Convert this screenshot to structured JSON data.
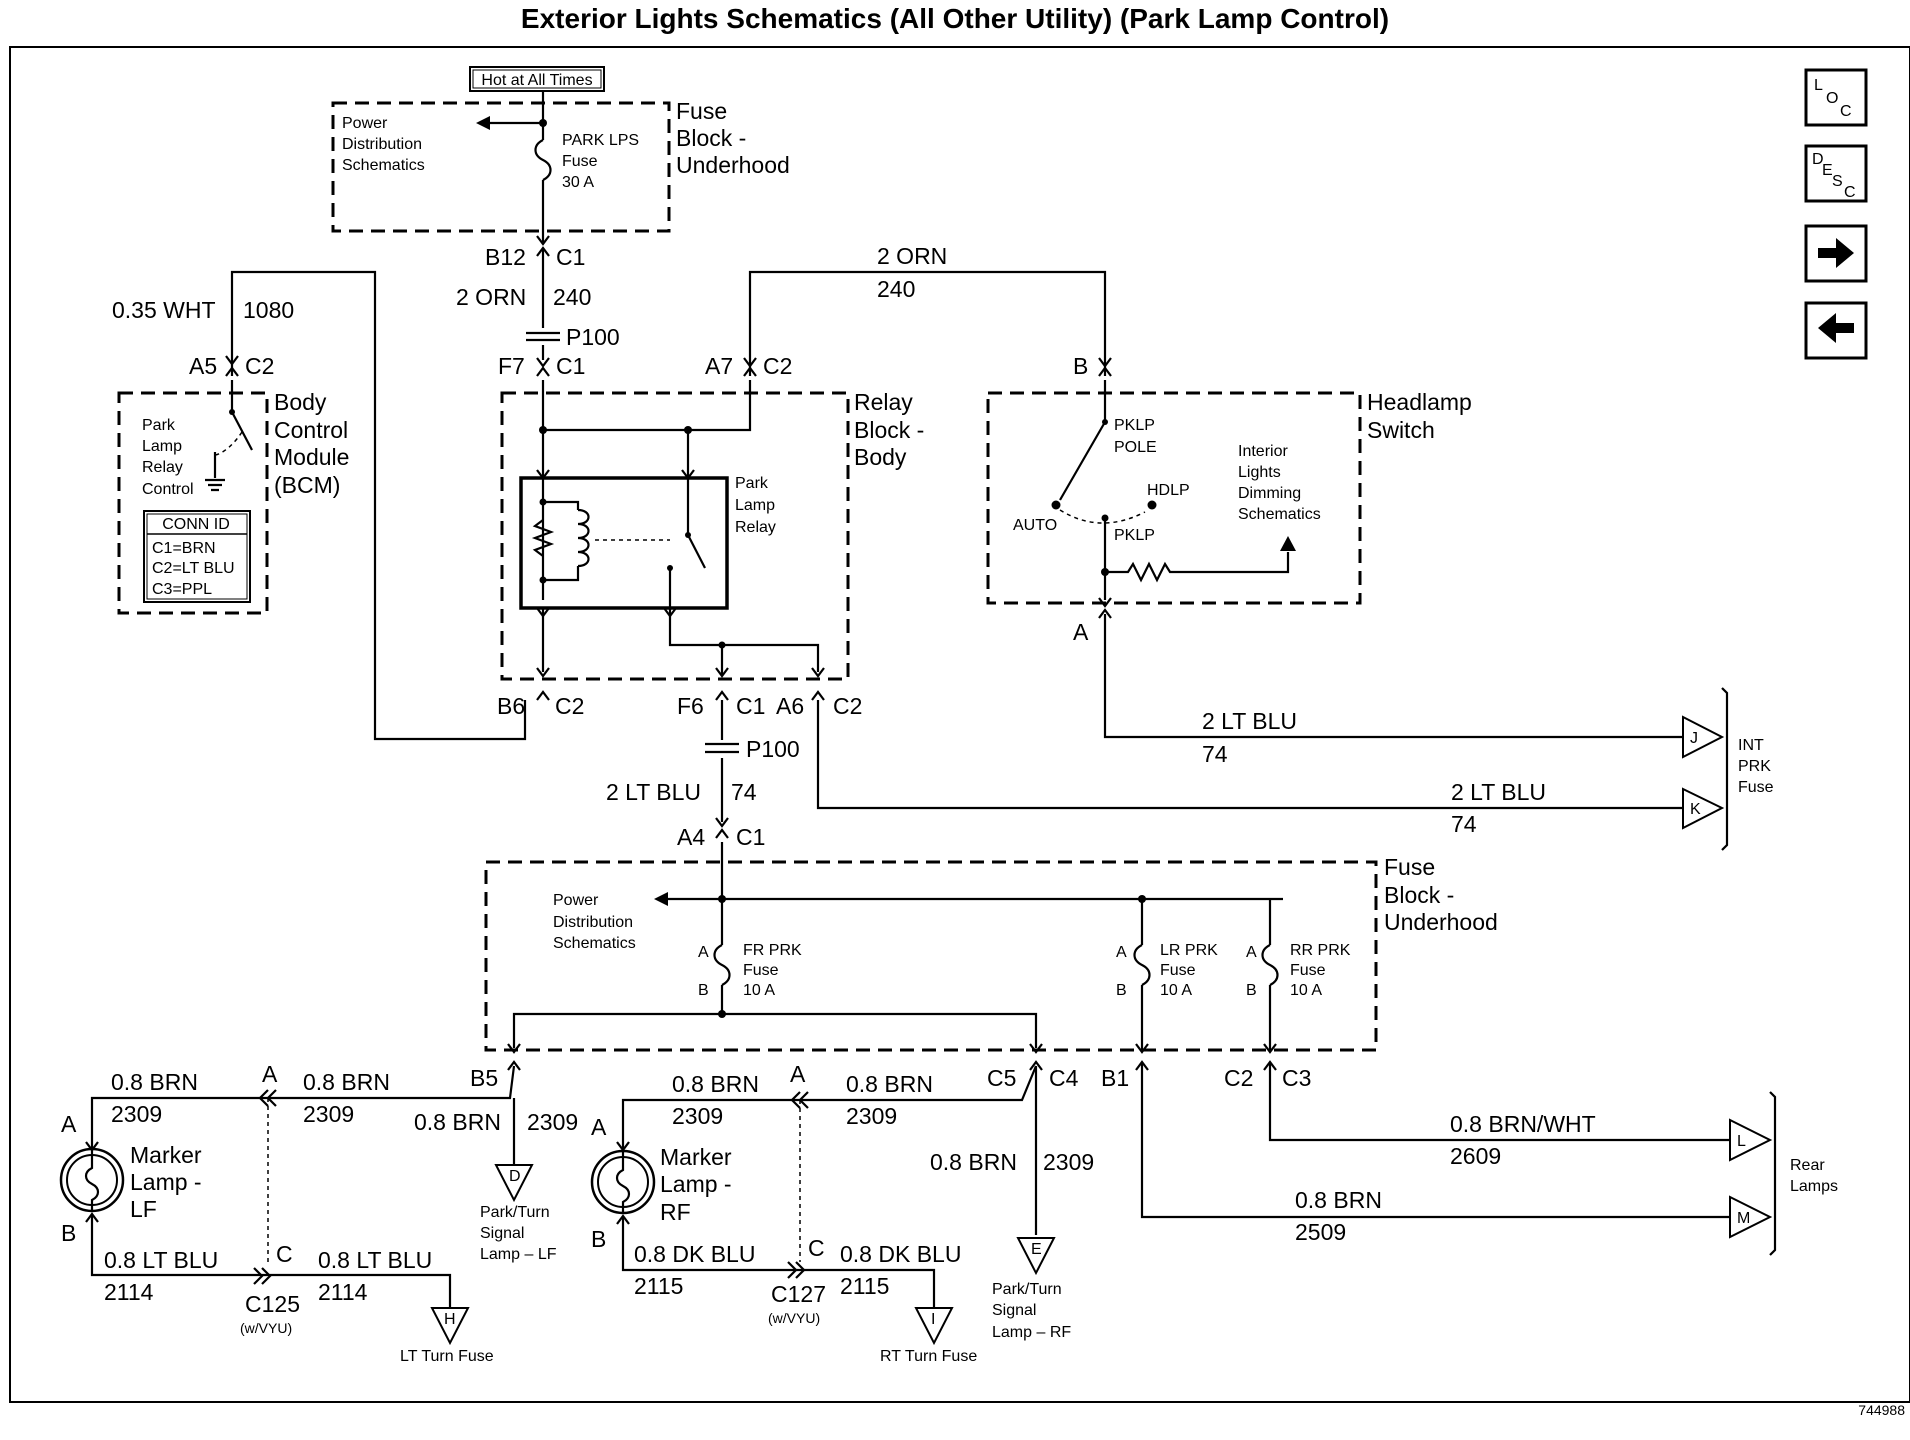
{
  "title": "Exterior Lights Schematics (All Other Utility) (Park Lamp Control)",
  "figure_id": "744988",
  "nav": {
    "loc": {
      "l1": "L",
      "l2": "O",
      "l3": "C"
    },
    "desc": {
      "l1": "D",
      "l2": "E",
      "l3": "S",
      "l4": "C"
    },
    "next_icon": "arrow-right-icon",
    "prev_icon": "arrow-left-icon"
  },
  "labels": {
    "hot_at_all_times": "Hot at All Times",
    "fuse_block_underhood": [
      "Fuse",
      "Block -",
      "Underhood"
    ],
    "power_distribution": [
      "Power",
      "Distribution",
      "Schematics"
    ],
    "park_lps_fuse": [
      "PARK LPS",
      "Fuse",
      "30 A"
    ],
    "b12": "B12",
    "c1": "C1",
    "c2": "C2",
    "c3": "C3",
    "wire_2orn": "2 ORN",
    "circuit_240": "240",
    "p100": "P100",
    "f7": "F7",
    "a7": "A7",
    "a5": "A5",
    "wire_035wht": "0.35 WHT",
    "circuit_1080": "1080",
    "bcm": [
      "Body",
      "Control",
      "Module",
      "(BCM)"
    ],
    "bcm_inner": [
      "Park",
      "Lamp",
      "Relay",
      "Control"
    ],
    "conn_id": [
      "CONN ID",
      "C1=BRN",
      "C2=LT BLU",
      "C3=PPL"
    ],
    "relay_block": [
      "Relay",
      "Block -",
      "Body"
    ],
    "park_lamp_relay": [
      "Park",
      "Lamp",
      "Relay"
    ],
    "b": "B",
    "a": "A",
    "c": "C",
    "headlamp_switch": [
      "Headlamp",
      "Switch"
    ],
    "pklp_pole": [
      "PKLP",
      "POLE"
    ],
    "auto": "AUTO",
    "hdlp": "HDLP",
    "pklp": "PKLP",
    "interior_dimming": [
      "Interior",
      "Lights",
      "Dimming",
      "Schematics"
    ],
    "b6": "B6",
    "f6": "F6",
    "a6": "A6",
    "a4": "A4",
    "wire_2ltblu": "2 LT BLU",
    "circuit_74": "74",
    "int_prk_fuse": [
      "INT",
      "PRK",
      "Fuse"
    ],
    "j": "J",
    "k": "K",
    "fr_prk_fuse": [
      "FR PRK",
      "Fuse",
      "10 A"
    ],
    "lr_prk_fuse": [
      "LR PRK",
      "Fuse",
      "10 A"
    ],
    "rr_prk_fuse": [
      "RR PRK",
      "Fuse",
      "10 A"
    ],
    "b5": "B5",
    "c5": "C5",
    "c4": "C4",
    "b1": "B1",
    "wire_08brn": "0.8 BRN",
    "circuit_2309": "2309",
    "wire_08brnwht": "0.8 BRN/WHT",
    "circuit_2609": "2609",
    "circuit_2509": "2509",
    "rear_lamps": [
      "Rear",
      "Lamps"
    ],
    "l": "L",
    "m": "M",
    "marker_lf": [
      "Marker",
      "Lamp -",
      "LF"
    ],
    "marker_rf": [
      "Marker",
      "Lamp -",
      "RF"
    ],
    "wire_08ltblu": "0.8 LT BLU",
    "circuit_2114": "2114",
    "wire_08dkblu": "0.8 DK BLU",
    "circuit_2115": "2115",
    "c125": "C125",
    "c127": "C127",
    "wvyu": "(w/VYU)",
    "d": "D",
    "e": "E",
    "h": "H",
    "i": "I",
    "park_turn_lf": [
      "Park/Turn",
      "Signal",
      "Lamp – LF"
    ],
    "park_turn_rf": [
      "Park/Turn",
      "Signal",
      "Lamp – RF"
    ],
    "lt_turn_fuse": "LT Turn Fuse",
    "rt_turn_fuse": "RT Turn Fuse"
  }
}
